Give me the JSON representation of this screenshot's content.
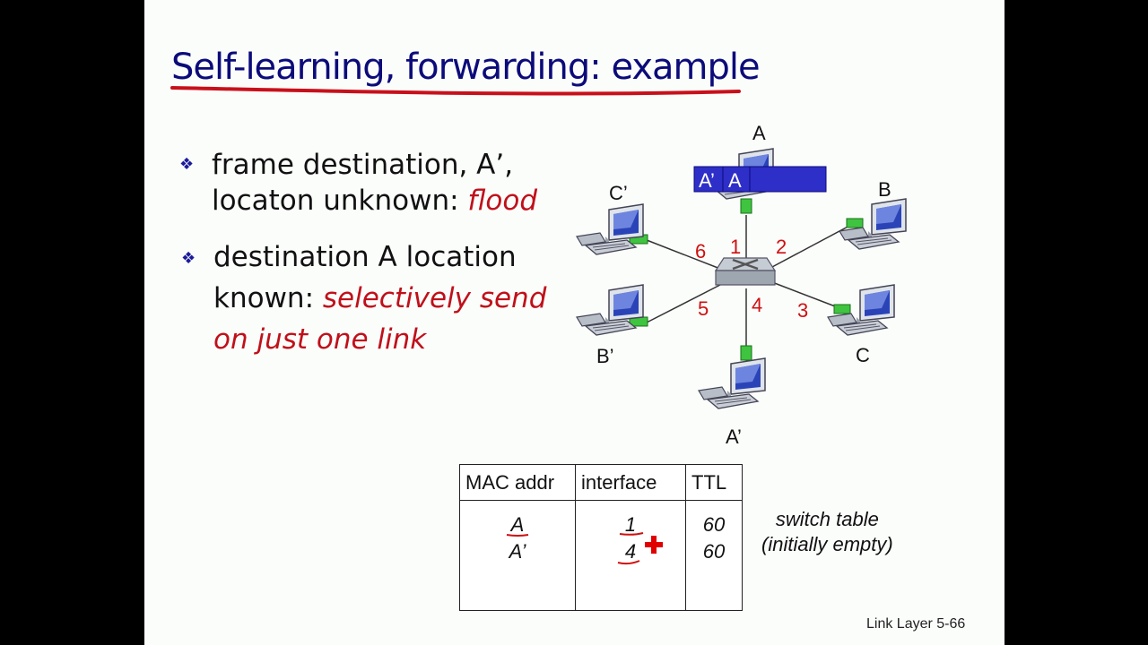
{
  "slide": {
    "title": "Self-learning, forwarding: example",
    "bullets": [
      {
        "line1": "frame destination, A’,",
        "line2_plain": "locaton unknown: ",
        "line2_emph": "flood"
      },
      {
        "line1": "destination A location",
        "line2_plain": "known: ",
        "line2_emph": "selectively send",
        "line3_emph": "on just one link"
      }
    ],
    "footer": "Link Layer  5-66"
  },
  "diagram": {
    "hosts": {
      "A": "A",
      "B": "B",
      "C": "C",
      "A_prime": "A’",
      "B_prime": "B’",
      "C_prime": "C’"
    },
    "ports": {
      "p1": "1",
      "p2": "2",
      "p3": "3",
      "p4": "4",
      "p5": "5",
      "p6": "6"
    },
    "frame": {
      "dest": "A’",
      "src": "A"
    },
    "colors": {
      "frame": "#2e2ec8",
      "port_label": "#d01010",
      "title": "#0b0b7a",
      "connector": "#3fc43f"
    }
  },
  "switch_table": {
    "headers": [
      "MAC addr",
      "interface",
      "TTL"
    ],
    "mac": [
      "A",
      "A’"
    ],
    "interface": [
      "1",
      "4"
    ],
    "ttl": [
      "60",
      "60"
    ],
    "caption_line1": "switch table",
    "caption_line2": "(initially empty)"
  }
}
